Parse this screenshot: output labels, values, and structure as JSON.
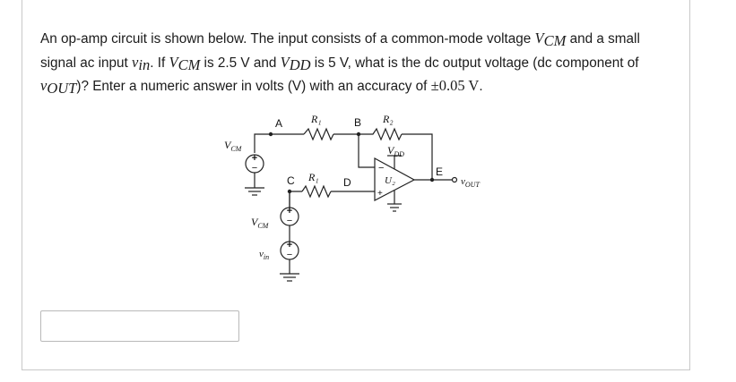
{
  "question": {
    "t1": "An op-amp circuit is shown below. The input consists of a common-mode voltage ",
    "vcm_v": "V",
    "vcm_s": "CM",
    "t2": " and a small signal ac input ",
    "vin_v": "v",
    "vin_s": "in",
    "t3": ". If ",
    "vcm2_v": "V",
    "vcm2_s": "CM",
    "t4": " is 2.5 V and ",
    "vdd_v": "V",
    "vdd_s": "DD",
    "t5": " is 5 V, what is the dc output voltage (dc component of ",
    "vout_v": "v",
    "vout_s": "OUT",
    "t6": ")? Enter a numeric answer in volts (V) with an accuracy of ",
    "acc": "±0.05 V",
    "t7": "."
  },
  "circuit": {
    "node_a": "A",
    "node_b": "B",
    "node_c": "C",
    "node_d": "D",
    "node_e": "E",
    "r1_top": "R₁",
    "r2": "R₂",
    "r1_bottom": "R₁",
    "vdd": "VDD",
    "u2": "U₂",
    "vcm_left": "VCM",
    "vcm_mid": "VCM",
    "vin": "vin",
    "vout": "vOUT",
    "minus": "−",
    "plus": "+"
  },
  "answer": {
    "value": "",
    "placeholder": ""
  }
}
